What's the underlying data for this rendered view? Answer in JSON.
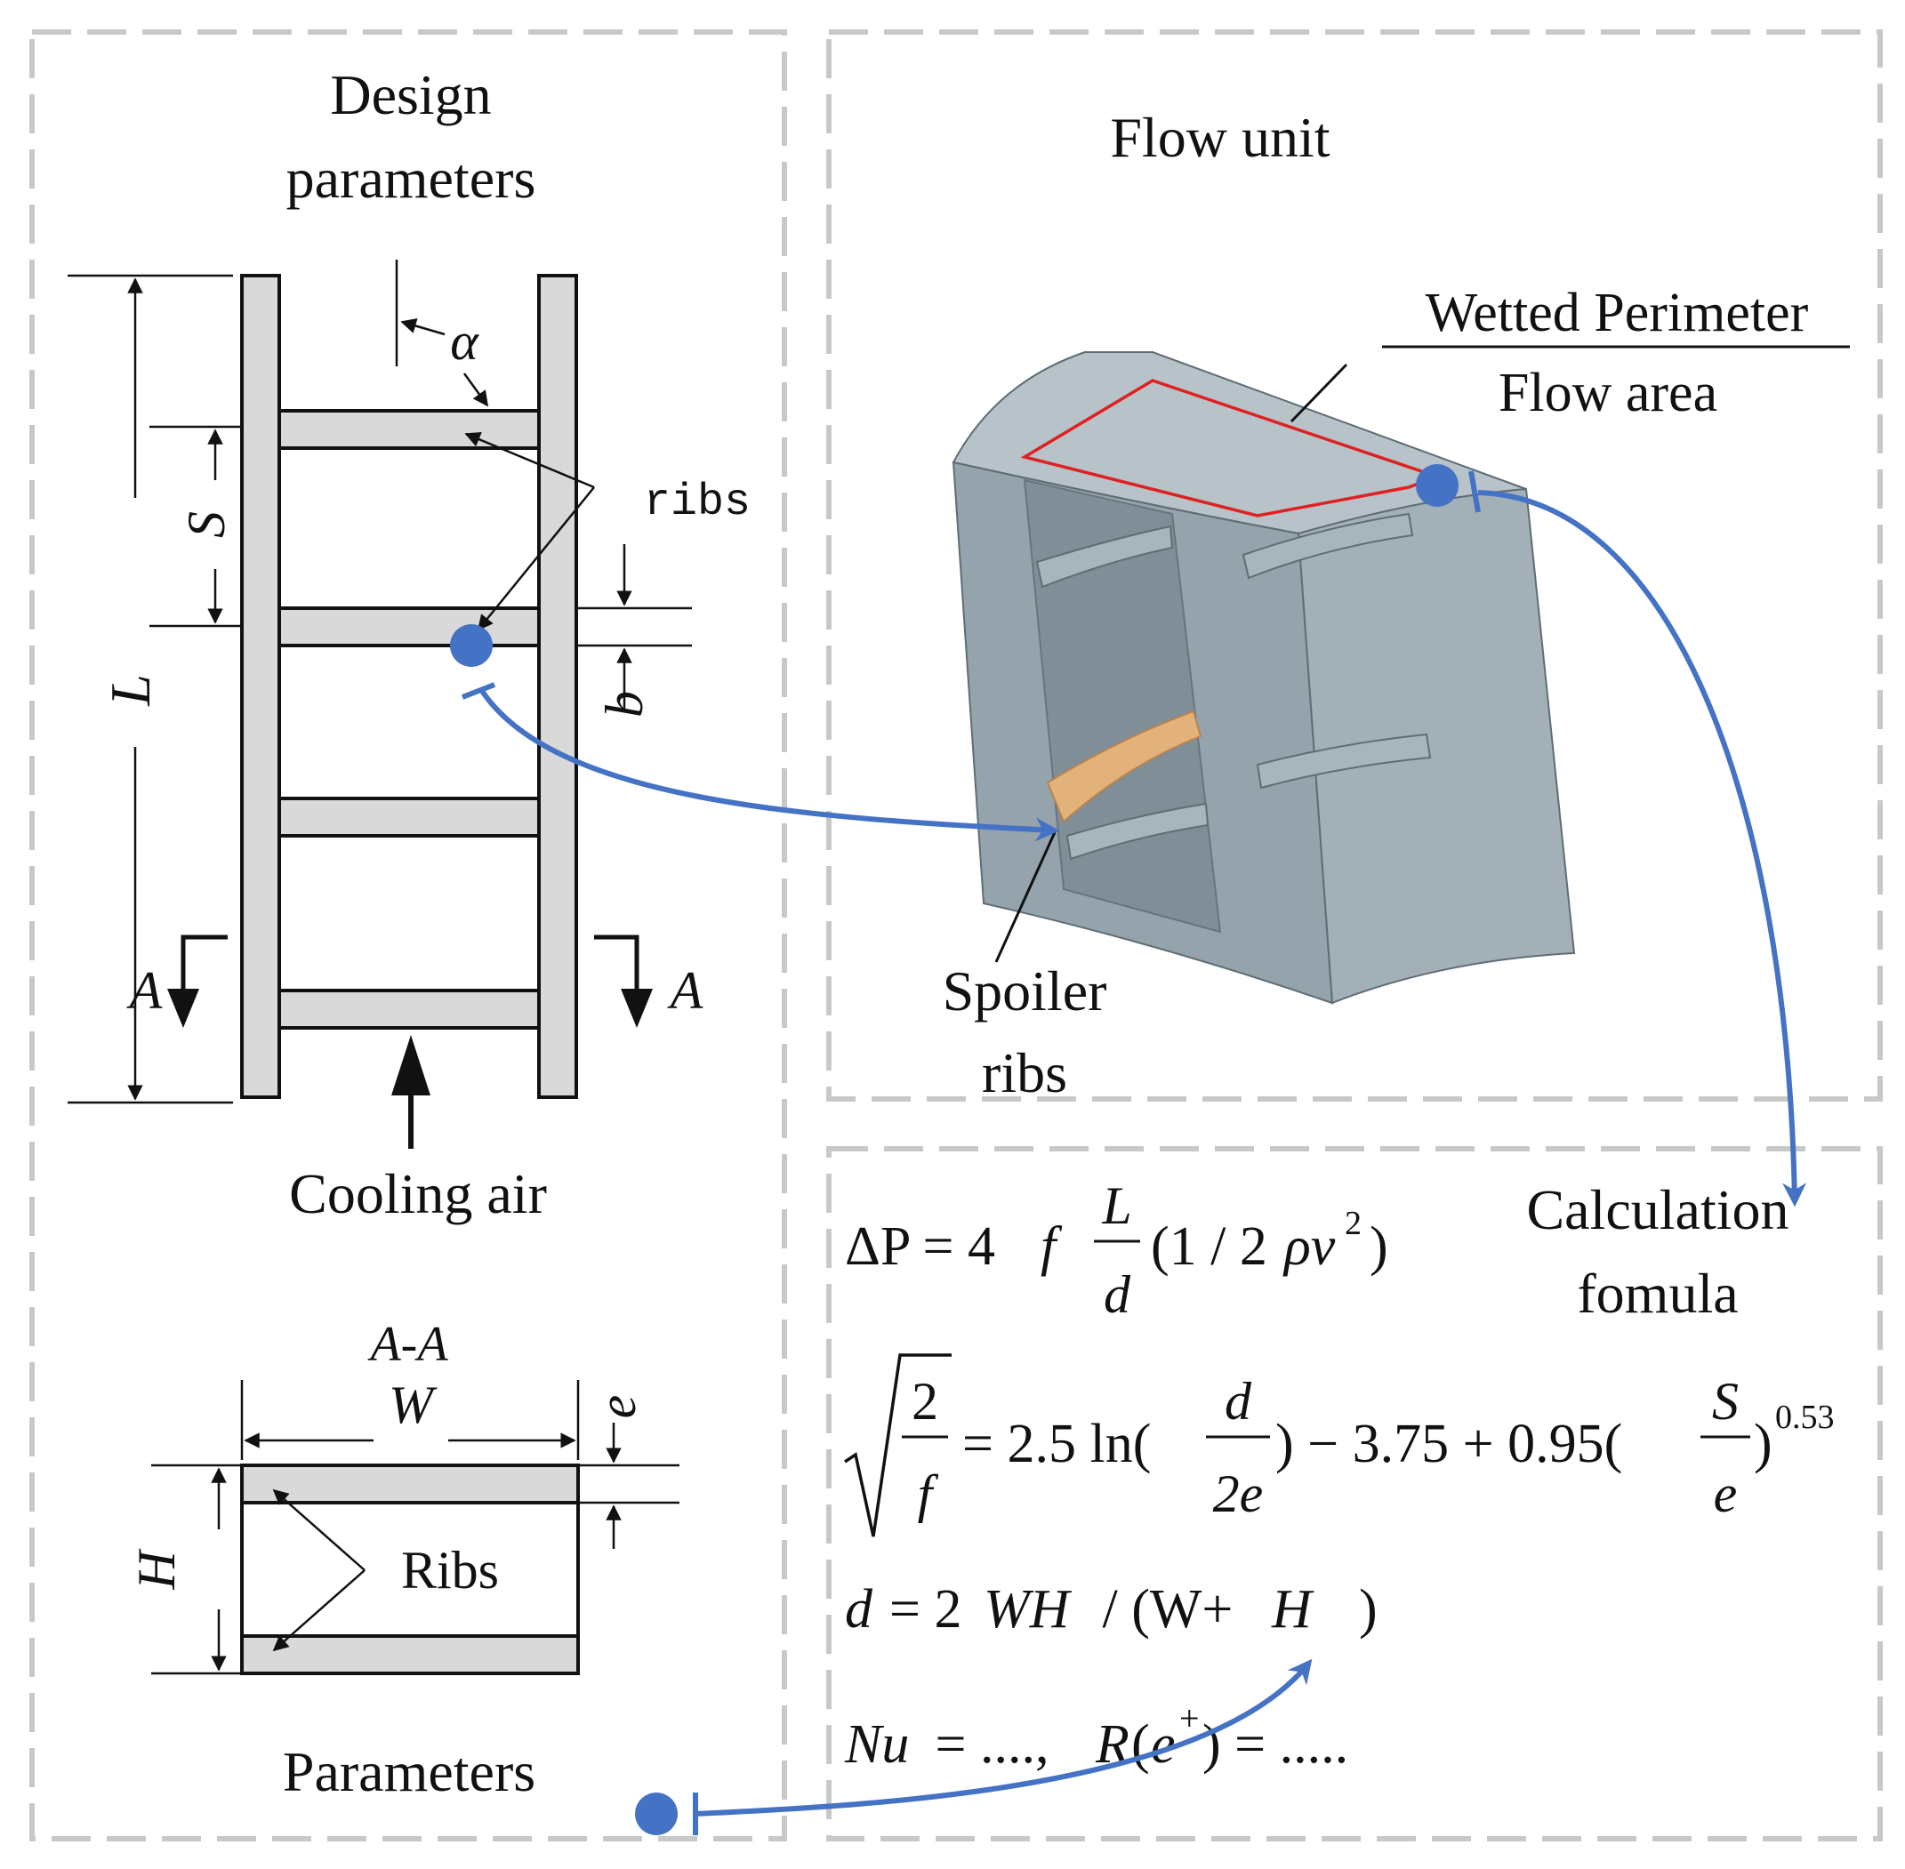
{
  "panels": {
    "design": {
      "title_line1": "Design",
      "title_line2": "parameters",
      "label_alpha": "α",
      "label_S": "S",
      "label_L": "L",
      "label_b": "b",
      "label_ribs": "ribs",
      "label_A_left": "A",
      "label_A_right": "A",
      "label_cooling_air": "Cooling air",
      "section_label": "A-A",
      "label_W": "W",
      "label_e": "e",
      "label_H": "H",
      "label_Ribs": "Ribs",
      "bottom_label": "Parameters"
    },
    "flow_unit": {
      "title": "Flow unit",
      "fraction_numerator": "Wetted Perimeter",
      "fraction_denominator": "Flow area",
      "spoiler_line1": "Spoiler",
      "spoiler_line2": "ribs"
    },
    "calculation": {
      "title_line1": "Calculation",
      "title_line2": "fomula",
      "eq1": {
        "lhs": "ΔP = 4",
        "f": "f",
        "num": "L",
        "den": "d",
        "rhs": "(1 / 2",
        "rho_v": "ρv",
        "sup": "2",
        "close": ")"
      },
      "eq2": {
        "sqrt_num": "2",
        "sqrt_den": "f",
        "mid1": "= 2.5 ln(",
        "frac1_num": "d",
        "frac1_den": "2e",
        "mid2": ") − 3.75 + 0.95(",
        "frac2_num": "S",
        "frac2_den": "e",
        "mid3": ")",
        "exp": "0.53"
      },
      "eq3": {
        "d": "d",
        "eq": "= 2",
        "WH": "WH",
        "slash": " / (W+ ",
        "H": "H",
        "close": ")"
      },
      "eq4": {
        "Nu": "Nu",
        "mid": " = ...., ",
        "R": "R",
        "open": "(",
        "e": "e",
        "sup": "+",
        "close": ") = ....."
      }
    }
  },
  "colors": {
    "panel_border": "#c8c8c8",
    "rib_fill": "#d9d9d9",
    "connector": "#4472c4",
    "highlight": "#e02020",
    "spoiler_rib": "#e2b27a",
    "block_body": "#8e9ca6"
  }
}
